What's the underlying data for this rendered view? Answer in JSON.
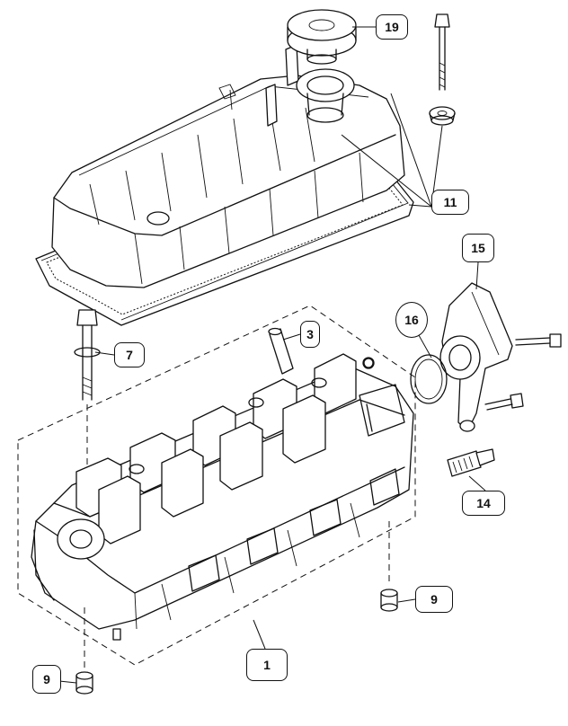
{
  "callouts": [
    {
      "id": "cap",
      "label": "19"
    },
    {
      "id": "gasket",
      "label": "11"
    },
    {
      "id": "plug",
      "label": "3"
    },
    {
      "id": "bolt",
      "label": "7"
    },
    {
      "id": "housing",
      "label": "15"
    },
    {
      "id": "oring",
      "label": "16"
    },
    {
      "id": "sparkplug",
      "label": "14"
    },
    {
      "id": "dowel-right",
      "label": "9"
    },
    {
      "id": "head",
      "label": "1"
    },
    {
      "id": "dowel-left",
      "label": "9"
    }
  ]
}
